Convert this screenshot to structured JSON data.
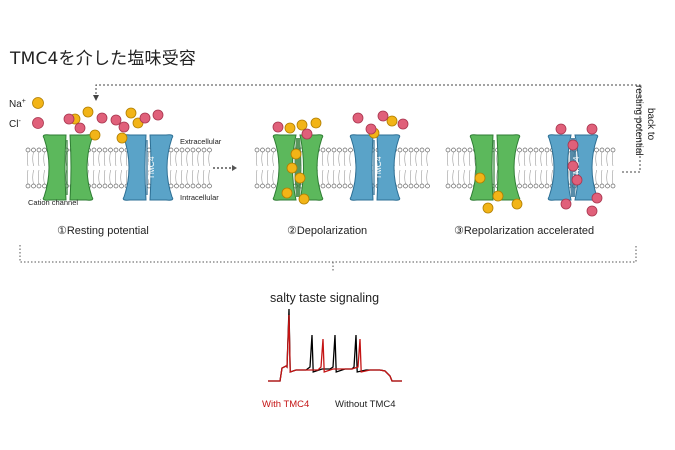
{
  "title": "TMC4を介した塩味受容",
  "legend": {
    "na": "Na",
    "na_sup": "+",
    "cl": "Cl",
    "cl_sup": "-"
  },
  "labels": {
    "extracellular": "Extracellular",
    "intracellular": "Intracellular",
    "cation_channel": "Cation channel",
    "tmc4": "TMC4",
    "back_line1": "back to",
    "back_line2": "resting potential",
    "signaling": "salty taste signaling"
  },
  "stages": [
    {
      "label": "①Resting potential"
    },
    {
      "label": "②Depolarization"
    },
    {
      "label": "③Repolarization accelerated"
    }
  ],
  "signal_legend": {
    "with": "With TMC4",
    "without": "Without TMC4"
  },
  "colors": {
    "na": "#f2b417",
    "cl": "#e0607a",
    "cation": "#5cb85c",
    "cation_dark": "#2f7d34",
    "tmc4": "#5aa3c8",
    "tmc4_dark": "#2d6f94",
    "with_trace": "#c41414",
    "without_trace": "#000000"
  }
}
